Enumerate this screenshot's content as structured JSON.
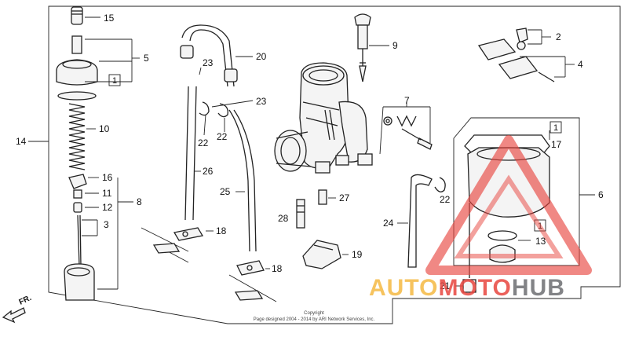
{
  "callouts": {
    "c15": "15",
    "c5": "5",
    "c1a": "1",
    "c10": "10",
    "c14": "14",
    "c16": "16",
    "c11": "11",
    "c12": "12",
    "c3": "3",
    "c8": "8",
    "c20": "20",
    "c23a": "23",
    "c23b": "23",
    "c22a": "22",
    "c22b": "22",
    "c26": "26",
    "c25": "25",
    "c18a": "18",
    "c18b": "18",
    "c9": "9",
    "c7": "7",
    "c27": "27",
    "c28": "28",
    "c19": "19",
    "c2": "2",
    "c4": "4",
    "c1b": "1",
    "c17": "17",
    "c6": "6",
    "c22c": "22",
    "c24": "24",
    "c1c": "1",
    "c13": "13",
    "c21": "21"
  },
  "direction_label": "FR.",
  "copyright": {
    "line1": "Copyright",
    "line2": "Page designed 2004 - 2014 by ARI Network Services, Inc."
  },
  "watermark": {
    "part1": "AUTO",
    "part2": "MOTO",
    "part3": "HUB",
    "color1": "#f5b942",
    "color2": "#e8463f",
    "color3": "#6d6e71"
  }
}
